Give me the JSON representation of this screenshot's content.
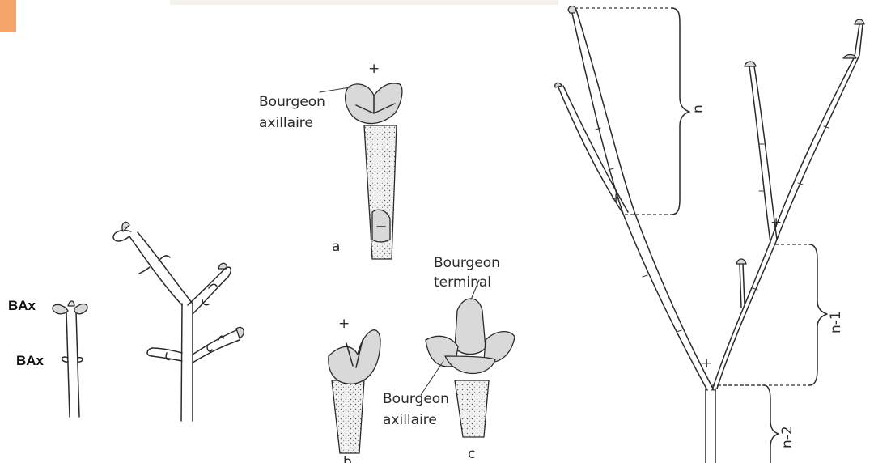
{
  "corner_accent_color": "#f4a46a",
  "labels": {
    "bax_top": "BAx",
    "bax_bottom": "BAx",
    "bourgeon_axillaire_a": [
      "Bourgeon",
      "axillaire"
    ],
    "bourgeon_axillaire_c": [
      "Bourgeon",
      "axillaire"
    ],
    "bourgeon_terminal": [
      "Bourgeon",
      "terminal"
    ],
    "fig_a": "a",
    "fig_b": "b",
    "fig_c": "c",
    "plus": "+",
    "segment_n": "n",
    "segment_n1": "n-1",
    "segment_n2": "n-2"
  }
}
